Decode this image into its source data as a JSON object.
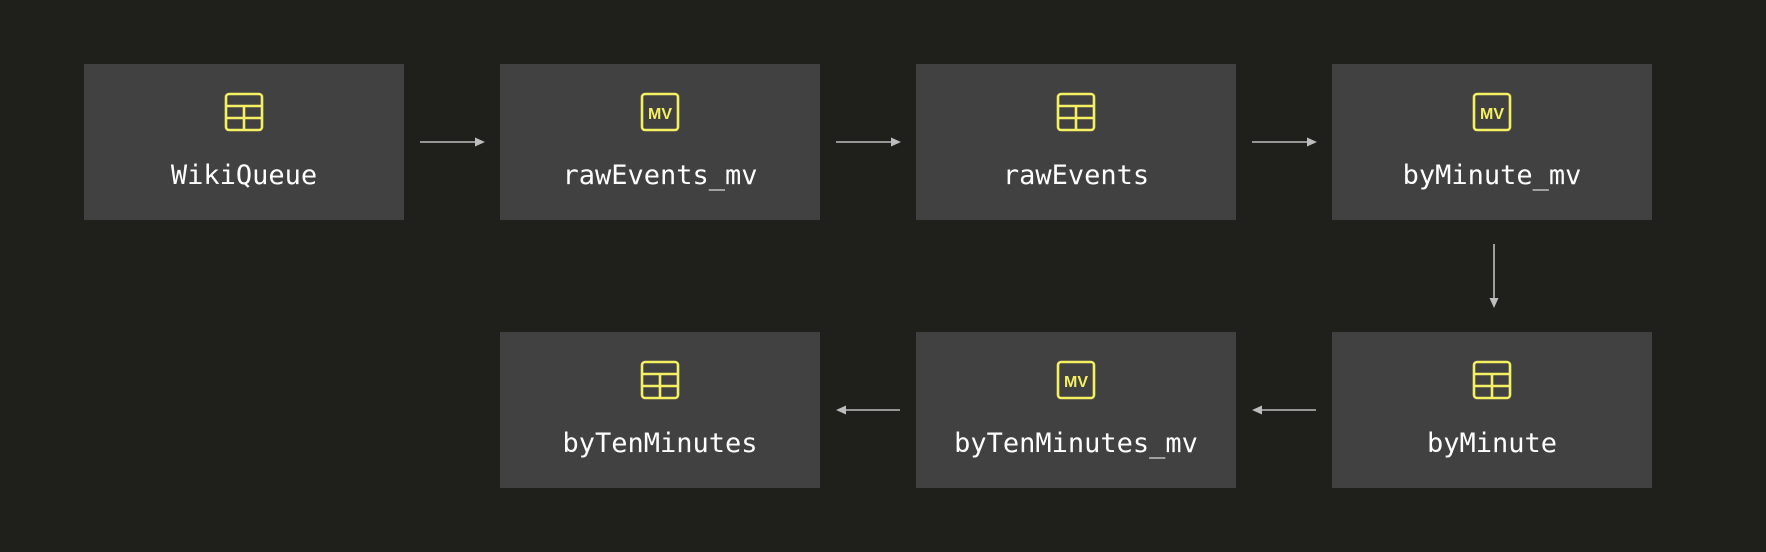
{
  "colors": {
    "background": "#1f1f1c",
    "node_fill": "#414141",
    "label": "#ffffff",
    "icon_accent": "#f5ef63",
    "arrow": "#bdbdbd"
  },
  "nodes": [
    {
      "id": "WikiQueue",
      "label": "WikiQueue",
      "kind": "table",
      "icon": "table-icon"
    },
    {
      "id": "rawEvents_mv",
      "label": "rawEvents_mv",
      "kind": "materialized-view",
      "icon": "mv-icon",
      "icon_text": "MV"
    },
    {
      "id": "rawEvents",
      "label": "rawEvents",
      "kind": "table",
      "icon": "table-icon"
    },
    {
      "id": "byMinute_mv",
      "label": "byMinute_mv",
      "kind": "materialized-view",
      "icon": "mv-icon",
      "icon_text": "MV"
    },
    {
      "id": "byMinute",
      "label": "byMinute",
      "kind": "table",
      "icon": "table-icon"
    },
    {
      "id": "byTenMinutes_mv",
      "label": "byTenMinutes_mv",
      "kind": "materialized-view",
      "icon": "mv-icon",
      "icon_text": "MV"
    },
    {
      "id": "byTenMinutes",
      "label": "byTenMinutes",
      "kind": "table",
      "icon": "table-icon"
    }
  ],
  "edges": [
    {
      "from": "WikiQueue",
      "to": "rawEvents_mv"
    },
    {
      "from": "rawEvents_mv",
      "to": "rawEvents"
    },
    {
      "from": "rawEvents",
      "to": "byMinute_mv"
    },
    {
      "from": "byMinute_mv",
      "to": "byMinute"
    },
    {
      "from": "byMinute",
      "to": "byTenMinutes_mv"
    },
    {
      "from": "byTenMinutes_mv",
      "to": "byTenMinutes"
    }
  ]
}
